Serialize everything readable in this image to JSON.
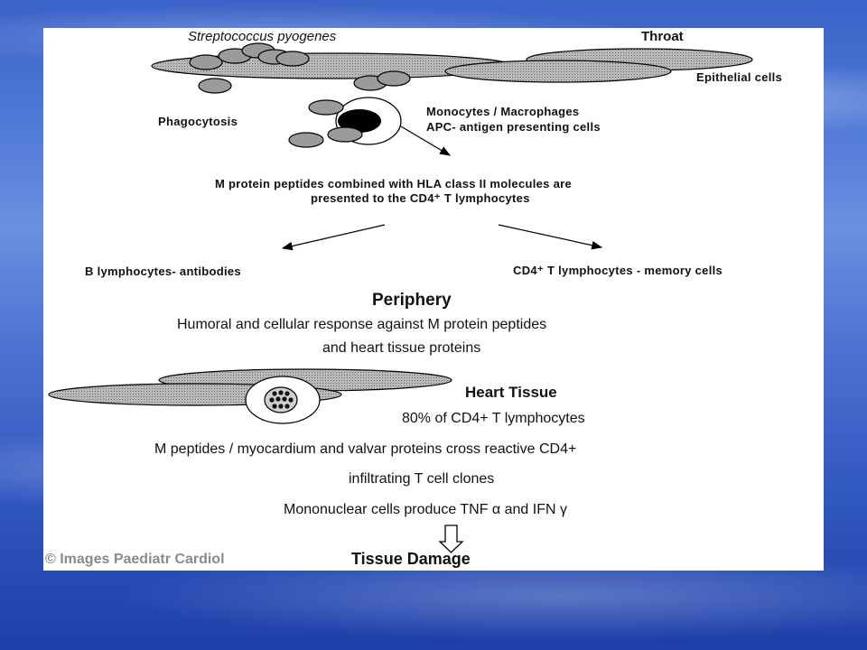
{
  "slide": {
    "throat": {
      "organism": "Streptococcus pyogenes",
      "site": "Throat",
      "epithelial": "Epithelial  cells"
    },
    "phagocytosis": "Phagocytosis",
    "monocytes_line1": "Monocytes / Macrophages",
    "monocytes_line2": "APC- antigen presenting cells",
    "presentation_line1": "M protein peptides  combined with HLA class II molecules are",
    "presentation_line2": "presented to the CD4⁺ T lymphocytes",
    "b_cells": "B lymphocytes- antibodies",
    "cd4_cells": "CD4⁺ T lymphocytes - memory  cells",
    "periphery": {
      "title": "Periphery",
      "line1": "Humoral and cellular response against M protein peptides",
      "line2": "and heart tissue proteins"
    },
    "heart": {
      "title": "Heart Tissue",
      "line1": "80% of CD4+ T lymphocytes",
      "line2": "M peptides / myocardium and valvar proteins cross reactive CD4+",
      "line3": "infiltrating T cell clones",
      "line4": "Mononuclear cells produce TNF α and IFN γ"
    },
    "outcome": "Tissue Damage",
    "credit": "© Images Paediatr Cardiol"
  }
}
